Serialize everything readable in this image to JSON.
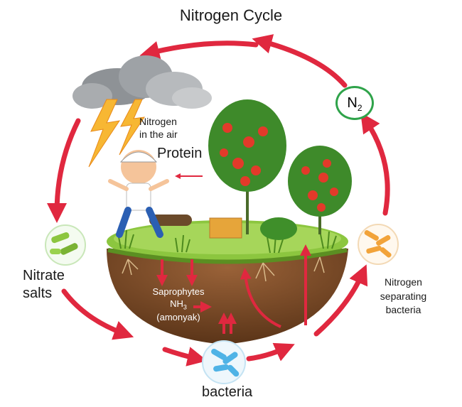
{
  "title": "Nitrogen Cycle",
  "n2": {
    "symbol": "N",
    "subscript": "2"
  },
  "air": {
    "line1": "Nitrogen",
    "line2": "in the air"
  },
  "protein": "Protein",
  "nitrate": {
    "line1": "Nitrate",
    "line2": "salts"
  },
  "nitrogen_separating": {
    "line1": "Nitrogen",
    "line2": "separating",
    "line3": "bacteria"
  },
  "soil": {
    "saprophytes": "Saprophytes",
    "nh": "NH",
    "nh_sub": "3",
    "amonyak": "(amonyak)"
  },
  "bacteria": "bacteria",
  "colors": {
    "arrow": "#e0283f",
    "grass": "#8cc63f",
    "soil": "#7a4a2a",
    "n2_ring": "#2fa34a"
  }
}
